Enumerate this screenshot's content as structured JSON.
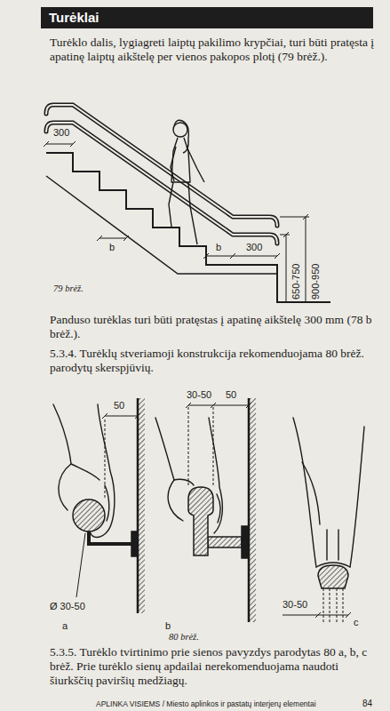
{
  "diagram": {
    "title": "Turėklai",
    "labels": [
      "Turėklo dalis, lygiagreti laiptų pakilimo krypčiai, turi būti pratęsta į apatinę laiptų aikštelę per vienos pakopos plotį (79 brėž.).",
      "300",
      "b",
      "b",
      "300",
      "650-750",
      "900-950",
      "79 brėž.",
      "Panduso turėklas turi būti pratęstas į apatinę aikštelę 300 mm (78 b brėž.).",
      "5.3.4. Turėklų stveriamoji konstrukcija rekomenduojama 80 brėž. parodytų skerspjūvių.",
      "50",
      "30-50",
      "50",
      "Ø 30-50",
      "a",
      "b",
      "80 brėž.",
      "30-50",
      "c",
      "5.3.5. Turėklo tvirtinimo prie sienos pavyzdys parodytas 80 a, b, c brėž. Prie turėklo sienų apdailai nerekomenduojama naudoti šiurkščių paviršių medžiagų.",
      "APLINKA VISIEMS / Miesto aplinkos ir pastatų interjerų elementai",
      "84"
    ]
  }
}
